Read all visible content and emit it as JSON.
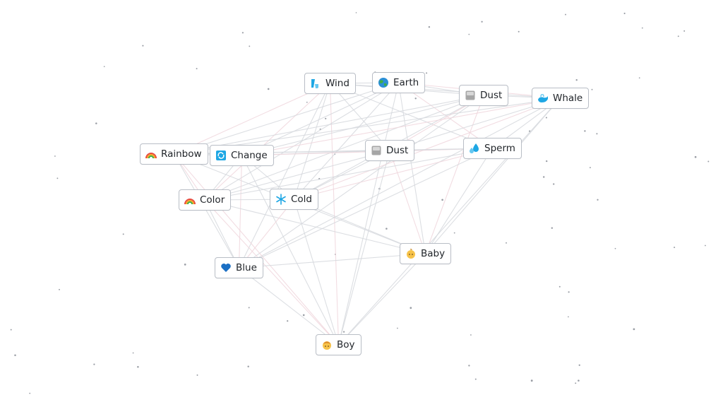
{
  "canvas": {
    "background": "#ffffff",
    "link_color": "#d6d9de",
    "nodes": [
      {
        "id": "wind",
        "label": "Wind",
        "icon": "wind-icon"
      },
      {
        "id": "earth",
        "label": "Earth",
        "icon": "earth-globe-icon"
      },
      {
        "id": "dust1",
        "label": "Dust",
        "icon": "dust-icon"
      },
      {
        "id": "whale",
        "label": "Whale",
        "icon": "whale-icon"
      },
      {
        "id": "rainbow",
        "label": "Rainbow",
        "icon": "rainbow-icon"
      },
      {
        "id": "change",
        "label": "Change",
        "icon": "change-arrows-icon"
      },
      {
        "id": "dust2",
        "label": "Dust",
        "icon": "dust-icon"
      },
      {
        "id": "sperm",
        "label": "Sperm",
        "icon": "sweat-droplets-icon"
      },
      {
        "id": "color",
        "label": "Color",
        "icon": "rainbow-icon"
      },
      {
        "id": "cold",
        "label": "Cold",
        "icon": "snowflake-icon"
      },
      {
        "id": "baby",
        "label": "Baby",
        "icon": "baby-icon"
      },
      {
        "id": "blue",
        "label": "Blue",
        "icon": "blue-heart-icon"
      },
      {
        "id": "boy",
        "label": "Boy",
        "icon": "boy-icon"
      }
    ]
  }
}
